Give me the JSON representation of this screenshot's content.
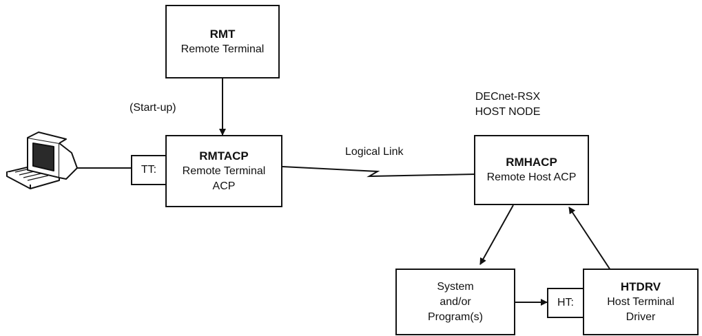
{
  "nodes": {
    "rmt": {
      "name": "RMT",
      "desc": "Remote Terminal"
    },
    "rmtacp": {
      "name": "RMTACP",
      "desc1": "Remote Terminal",
      "desc2": "ACP"
    },
    "rmhacp": {
      "name": "RMHACP",
      "desc": "Remote Host ACP"
    },
    "system": {
      "line1": "System",
      "line2": "and/or",
      "line3": "Program(s)"
    },
    "htdrv": {
      "name": "HTDRV",
      "desc1": "Host Terminal",
      "desc2": "Driver"
    }
  },
  "ports": {
    "tt": "TT:",
    "ht": "HT:"
  },
  "labels": {
    "startup": "(Start-up)",
    "logical_link": "Logical Link",
    "host_node_1": "DECnet-RSX",
    "host_node_2": "HOST NODE"
  },
  "icons": {
    "terminal": "terminal-workstation-icon"
  }
}
